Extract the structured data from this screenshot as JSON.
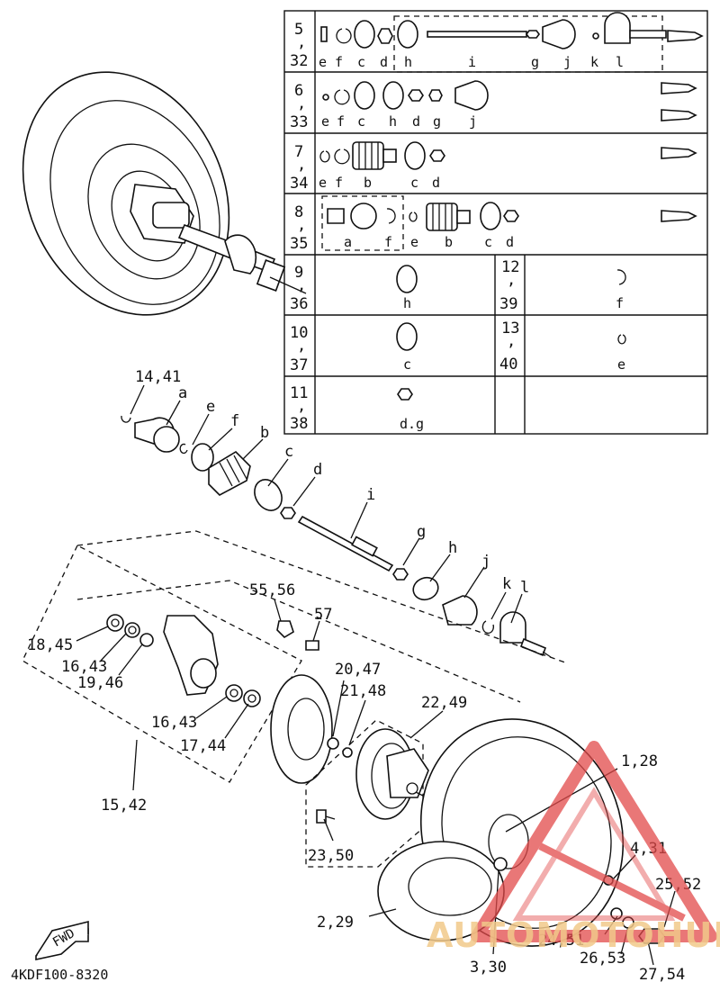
{
  "table": {
    "rows": [
      {
        "kit": [
          "5",
          ",",
          "32"
        ],
        "letters": [
          "e",
          "f",
          "c",
          "d",
          "h",
          "i",
          "g",
          "j",
          "k",
          "l"
        ]
      },
      {
        "kit": [
          "6",
          ",",
          "33"
        ],
        "letters": [
          "e",
          "f",
          "c",
          "h",
          "d",
          "g",
          "j"
        ]
      },
      {
        "kit": [
          "7",
          ",",
          "34"
        ],
        "letters": [
          "e",
          "f",
          "b",
          "c",
          "d"
        ]
      },
      {
        "kit": [
          "8",
          ",",
          "35"
        ],
        "letters": [
          "a",
          "f",
          "e",
          "b",
          "c",
          "d"
        ]
      },
      {
        "kit": [
          "9",
          ",",
          "36"
        ],
        "letters": [
          "h"
        ],
        "kit2": [
          "12",
          ",",
          "39"
        ],
        "letters2": [
          "f"
        ]
      },
      {
        "kit": [
          "10",
          ",",
          "37"
        ],
        "letters": [
          "c"
        ],
        "kit2": [
          "13",
          ",",
          "40"
        ],
        "letters2": [
          "e"
        ]
      },
      {
        "kit": [
          "11",
          ",",
          "38"
        ],
        "letters": [
          "d.g"
        ]
      }
    ]
  },
  "callouts": {
    "c14_41": "14,41",
    "a": "a",
    "e": "e",
    "f": "f",
    "b": "b",
    "c": "c",
    "d": "d",
    "i": "i",
    "g": "g",
    "h": "h",
    "j": "j",
    "k": "k",
    "l": "l",
    "c55_56": "55,56",
    "c57": "57",
    "c18_45": "18,45",
    "c16_43a": "16,43",
    "c19_46": "19,46",
    "c16_43b": "16,43",
    "c17_44": "17,44",
    "c15_42": "15,42",
    "c20_47": "20,47",
    "c21_48": "21,48",
    "c22_49": "22,49",
    "c1_28": "1,28",
    "c4_31": "4,31",
    "c25_52": "25,52",
    "c23_50": "23,50",
    "c2_29": "2,29",
    "c24_51": "24,51",
    "c26_53": "26,53",
    "c3_30": "3,30",
    "c27_54": "27,54"
  },
  "fwd_label": "FWD",
  "diagram_code": "4KDF100-8320",
  "watermark": {
    "text": "AUTOMOTOHUB",
    "color": "#e24a4a",
    "accent": "#f2c98a"
  }
}
